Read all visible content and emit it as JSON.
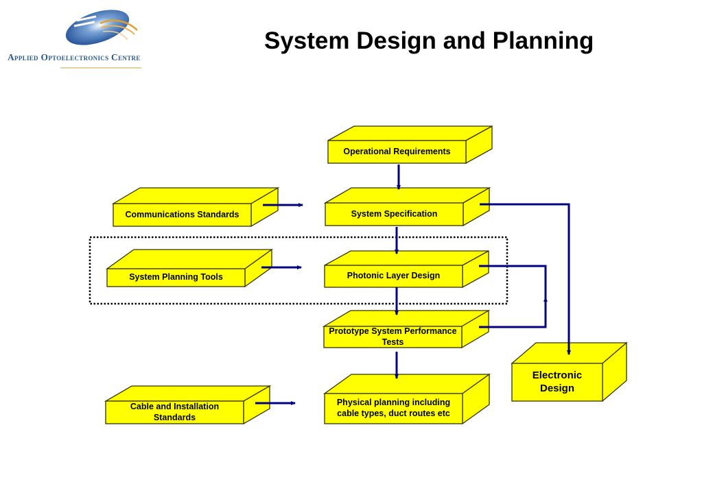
{
  "logo": {
    "organization": "Applied Optoelectronics Centre"
  },
  "title": "System Design and Planning",
  "colors": {
    "box_fill": "#ffff00",
    "box_stroke": "#333300",
    "arrow": "#000080",
    "dotted_border": "#000000",
    "logo_blue": "#2a5a93"
  },
  "boxes": {
    "operational_requirements": "Operational Requirements",
    "communications_standards": "Communications Standards",
    "system_specification": "System Specification",
    "system_planning_tools": "System Planning Tools",
    "photonic_layer_design": "Photonic Layer Design",
    "prototype_tests": "Prototype System Performance Tests",
    "cable_installation_standards": "Cable and Installation Standards",
    "physical_planning": "Physical planning including cable types,  duct routes etc",
    "electronic_design": "Electronic Design"
  },
  "connections": [
    {
      "from": "Operational Requirements",
      "to": "System Specification"
    },
    {
      "from": "Communications Standards",
      "to": "System Specification"
    },
    {
      "from": "System Specification",
      "to": "Photonic Layer Design"
    },
    {
      "from": "System Specification",
      "to": "Electronic Design"
    },
    {
      "from": "System Planning Tools",
      "to": "Photonic Layer Design"
    },
    {
      "from": "Photonic Layer Design",
      "to": "Prototype System Performance Tests"
    },
    {
      "from": "Prototype System Performance Tests",
      "to": "Photonic Layer Design"
    },
    {
      "from": "Prototype System Performance Tests",
      "to": "Physical planning including cable types, duct routes etc"
    },
    {
      "from": "Cable and Installation Standards",
      "to": "Physical planning including cable types, duct routes etc"
    }
  ]
}
